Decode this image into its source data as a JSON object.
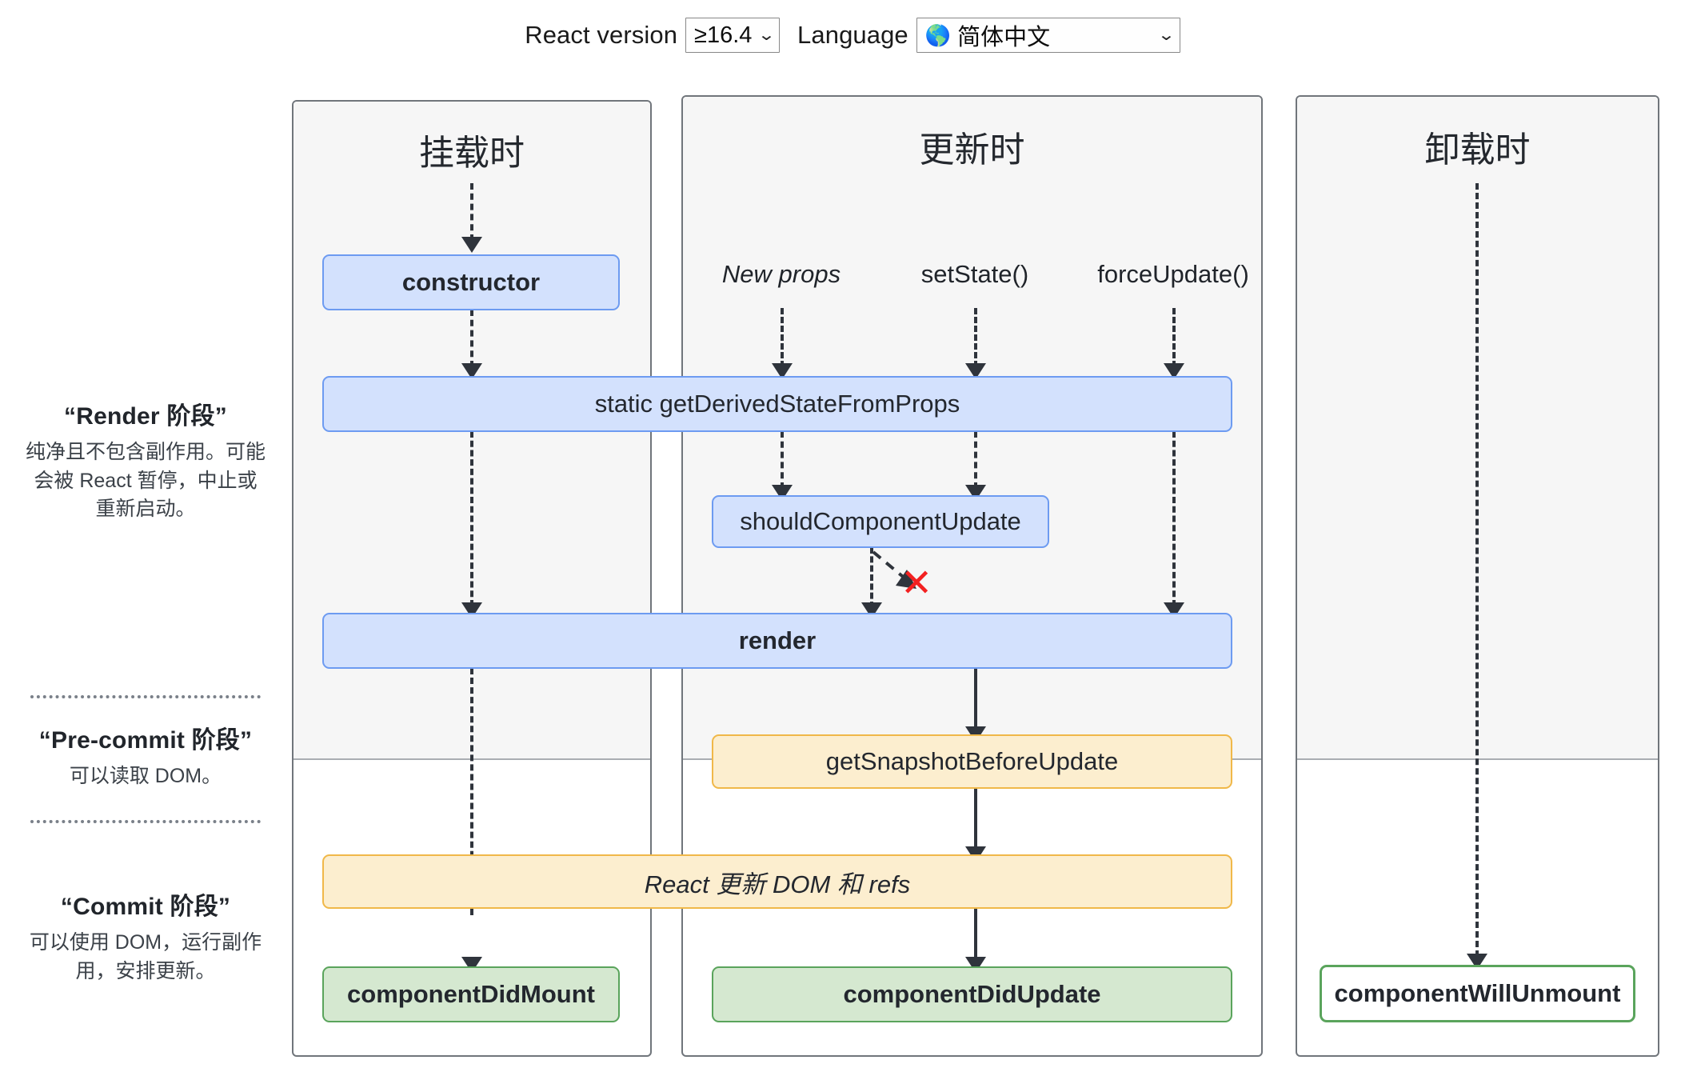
{
  "controls": {
    "version_label": "React version",
    "version_value": "≥16.4",
    "language_label": "Language",
    "language_value": "简体中文",
    "globe_icon": "globe-icon",
    "caret_icon": "chevron-down-icon"
  },
  "legend": {
    "render": {
      "title": "“Render 阶段”",
      "desc": "纯净且不包含副作用。可能会被 React 暂停，中止或重新启动。"
    },
    "precommit": {
      "title": "“Pre-commit 阶段”",
      "desc": "可以读取 DOM。"
    },
    "commit": {
      "title": "“Commit 阶段”",
      "desc": "可以使用 DOM，运行副作用，安排更新。"
    }
  },
  "columns": {
    "mount": {
      "title": "挂载时"
    },
    "update": {
      "title": "更新时"
    },
    "unmount": {
      "title": "卸载时"
    }
  },
  "nodes": {
    "constructor": "constructor",
    "get_derived_state": "static getDerivedStateFromProps",
    "should_component_update": "shouldComponentUpdate",
    "render": "render",
    "get_snapshot": "getSnapshotBeforeUpdate",
    "react_updates_dom": "React 更新 DOM 和 refs",
    "component_did_mount": "componentDidMount",
    "component_did_update": "componentDidUpdate",
    "component_will_unmount": "componentWillUnmount"
  },
  "triggers": {
    "new_props": "New props",
    "set_state": "setState()",
    "force_update": "forceUpdate()"
  },
  "marks": {
    "bail_out_x": "✕"
  },
  "colors": {
    "blue_fill": "#d3e1fd",
    "blue_border": "#6d9bf1",
    "amber_fill": "#fceecf",
    "amber_border": "#f0b849",
    "green_fill": "#d5e8d0",
    "green_border": "#5aa45c",
    "red_x": "#f32121",
    "column_shade": "#f6f6f6",
    "column_border": "#70757b",
    "connector": "#2f343c"
  }
}
